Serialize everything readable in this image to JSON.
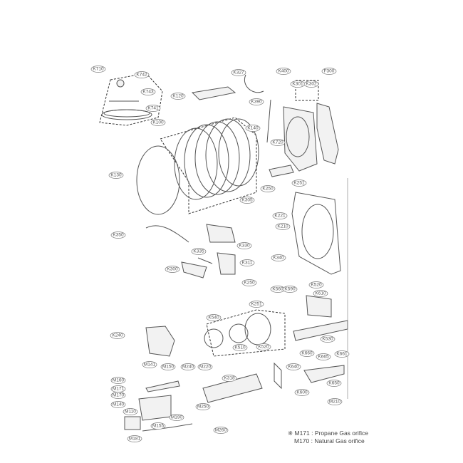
{
  "diagram": {
    "labels": [
      "K710",
      "K742",
      "K743",
      "K741",
      "K120",
      "K100",
      "K140",
      "K130",
      "K327",
      "K390",
      "K400",
      "F300",
      "K301",
      "K302",
      "K720",
      "K250",
      "K251",
      "K305",
      "K221",
      "K210",
      "K350",
      "K330",
      "K335",
      "K311",
      "K300",
      "K340",
      "K520",
      "K610",
      "K560",
      "K590",
      "K250",
      "K251",
      "K540",
      "K510",
      "K520",
      "K240",
      "K530",
      "K318",
      "K660",
      "K665",
      "K661",
      "K640",
      "K650",
      "K600",
      "M210",
      "M141",
      "M150",
      "M240",
      "M220",
      "M160",
      "M171",
      "M170",
      "M140",
      "M110",
      "M190",
      "M250",
      "M155",
      "M260",
      "M181"
    ]
  },
  "notes": {
    "line1": "※ M171 : Propane Gas orifice",
    "line2": "M170 : Natural Gas orifice"
  }
}
